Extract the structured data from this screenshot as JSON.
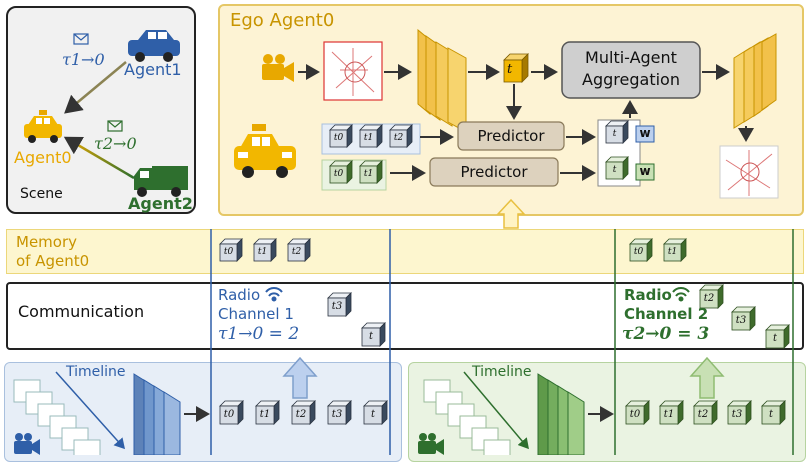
{
  "scene": {
    "label": "Scene",
    "agent0": "Agent0",
    "agent1": "Agent1",
    "agent2": "Agent2",
    "tau10": "τ1→0",
    "tau20": "τ2→0"
  },
  "ego": {
    "title": "Ego Agent0",
    "aggregation_line1": "Multi-Agent",
    "aggregation_line2": "Aggregation",
    "predictor1": "Predictor",
    "predictor2": "Predictor",
    "cube_t": "t",
    "w1": "w",
    "w2": "w",
    "row1_cubes": [
      "t0",
      "t1",
      "t2"
    ],
    "row2_cubes": [
      "t0",
      "t1"
    ]
  },
  "memory": {
    "line1": "Memory",
    "line2": "of Agent0",
    "agent1_cubes": [
      "t0",
      "t1",
      "t2"
    ],
    "agent2_cubes": [
      "t0",
      "t1"
    ]
  },
  "communication": {
    "label": "Communication",
    "radio1": "Radio",
    "channel1": "Channel 1",
    "delay1": "τ1→0 = 2",
    "radio2": "Radio",
    "channel2": "Channel 2",
    "delay2": "τ2→0 = 3",
    "ch1_cubes": [
      "t3",
      "t"
    ],
    "ch2_cubes": [
      "t2",
      "t3",
      "t"
    ]
  },
  "bottom": {
    "timeline1": "Timeline",
    "timeline2": "Timeline",
    "blue_cubes": [
      "t0",
      "t1",
      "t2",
      "t3",
      "t"
    ],
    "green_cubes": [
      "t0",
      "t1",
      "t2",
      "t3",
      "t"
    ]
  },
  "colors": {
    "agent0": "#e8a800",
    "agent1": "#2f5fa8",
    "agent2": "#2e6f2e",
    "ego_bg": "#fdf3d4",
    "memory_bg": "#fdf6cf",
    "blue_bg": "#e7eef7",
    "green_bg": "#eaf3e2"
  }
}
